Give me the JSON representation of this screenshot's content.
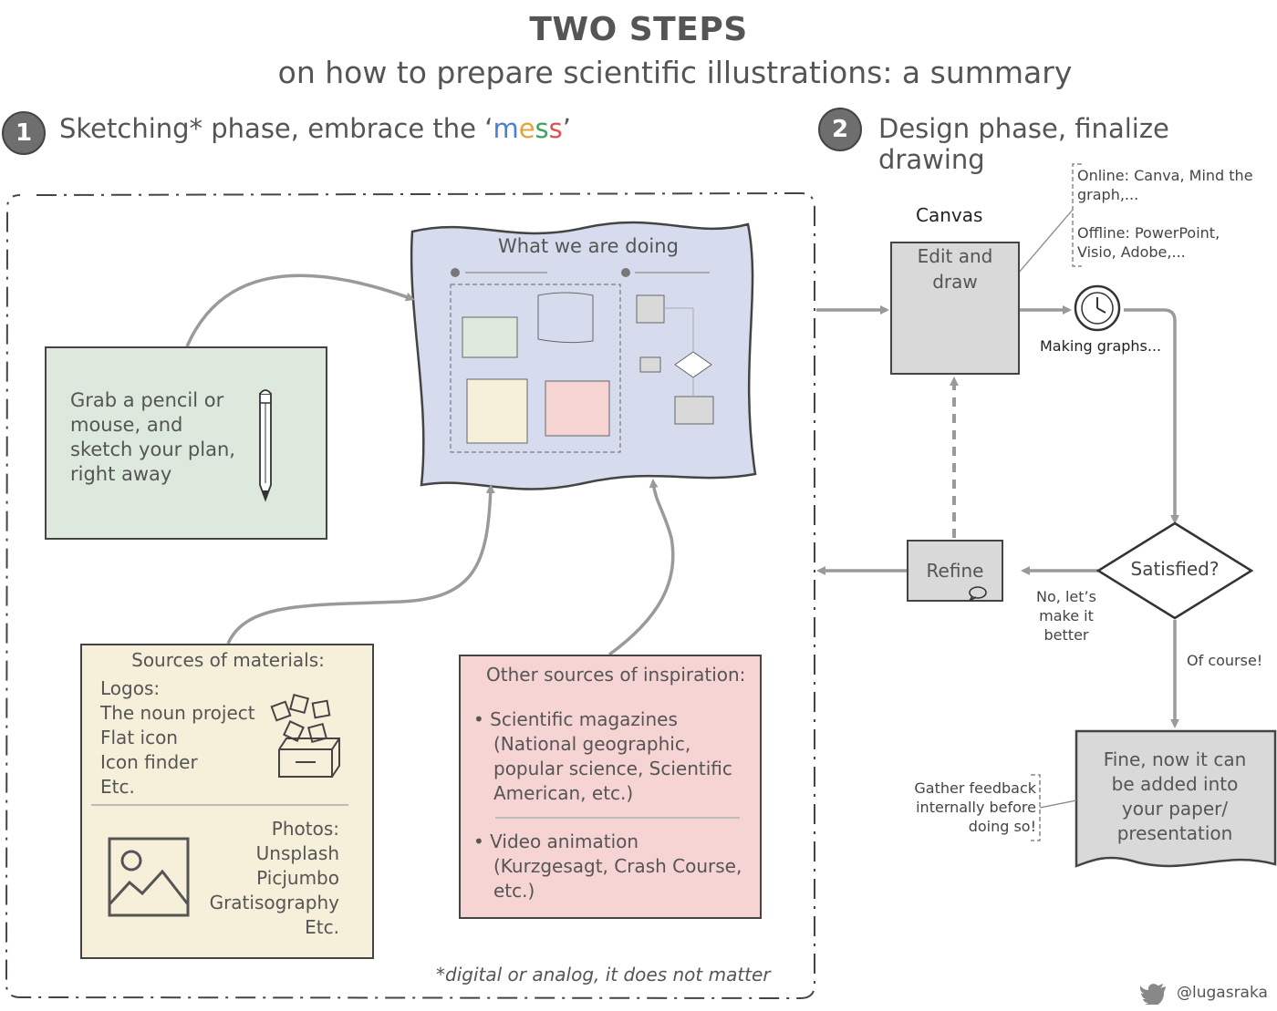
{
  "title": "TWO STEPS",
  "subtitle": "on how to prepare scientific illustrations: a summary",
  "step1": {
    "number": "1",
    "heading_before": "Sketching* phase, embrace the ‘",
    "mess_letters": [
      "m",
      "e",
      "s",
      "s"
    ],
    "mess_colors": [
      "#4a7fd6",
      "#e6a23c",
      "#3ba55c",
      "#d9534f"
    ],
    "heading_after": "’",
    "footnote": "*digital or analog, it does not matter"
  },
  "step2": {
    "number": "2",
    "heading": "Design phase, finalize drawing"
  },
  "pencil_box": {
    "lines": [
      "Grab a pencil or",
      "mouse, and",
      "sketch your plan,",
      "right away"
    ]
  },
  "what_box": {
    "title": "What we are doing"
  },
  "sources_box": {
    "title": "Sources of materials:",
    "logos": [
      "Logos:",
      "The noun project",
      "Flat icon",
      "Icon finder",
      "Etc."
    ],
    "photos": [
      "Photos:",
      "Unsplash",
      "Picjumbo",
      "Gratisography",
      "Etc."
    ]
  },
  "inspiration_box": {
    "title": "Other sources of inspiration:",
    "item1": [
      "Scientific magazines",
      "(National geographic,",
      "popular science, Scientific",
      "American, etc.)"
    ],
    "item2": [
      "Video animation",
      "(Kurzgesagt, Crash Course,",
      "etc.)"
    ]
  },
  "design": {
    "canvas_label": "Canvas",
    "edit_lines": [
      "Edit and",
      "draw"
    ],
    "tools_note": [
      "Online: Canva, Mind the",
      "graph,...",
      "",
      "Offline: PowerPoint,",
      "Visio, Adobe,..."
    ],
    "making_graphs": "Making graphs...",
    "satisfied": "Satisfied?",
    "no_label": [
      "No, let’s",
      "make it",
      "better"
    ],
    "refine": "Refine",
    "of_course": "Of course!",
    "fine_lines": [
      "Fine, now it can",
      "be added into",
      "your paper/",
      "presentation"
    ],
    "feedback_lines": [
      "Gather feedback",
      "internally before",
      "doing so!"
    ]
  },
  "credit": "@lugasraka",
  "colors": {
    "green_box": "#dde9dd",
    "blue_box": "#d6dced",
    "yellow_box": "#f6efda",
    "pink_box": "#f7d4d4",
    "grey_box": "#d9d9d9",
    "arrow": "#9a9a9a"
  },
  "icons": [
    "pencil-icon",
    "gallery-icon",
    "image-icon",
    "clock-icon",
    "twitter-icon",
    "speech-bubble-icon",
    "scribble-icon"
  ]
}
